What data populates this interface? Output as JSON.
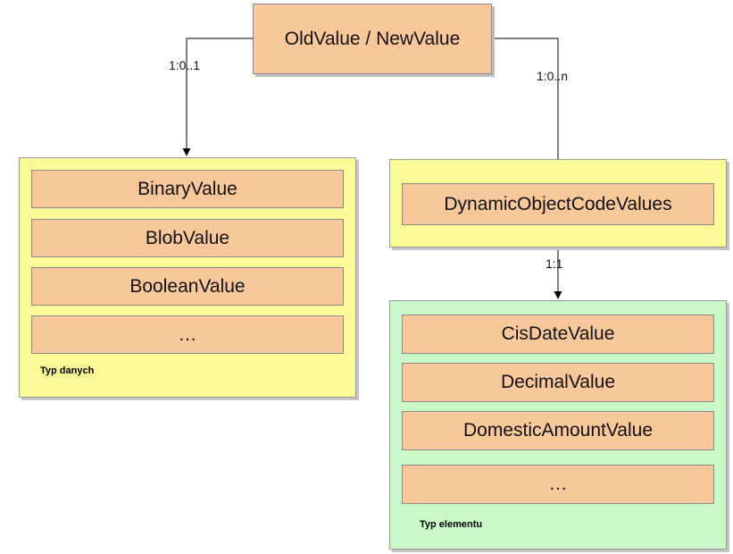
{
  "top_node": {
    "label": "OldValue / NewValue"
  },
  "edges": {
    "left_label": "1:0..1",
    "right_label": "1:0..n",
    "mid_label": "1:1"
  },
  "data_type_group": {
    "caption": "Typ danych",
    "items": [
      "BinaryValue",
      "BlobValue",
      "BooleanValue",
      "…"
    ]
  },
  "dynamic_group": {
    "items": [
      "DynamicObjectCodeValues"
    ]
  },
  "element_type_group": {
    "caption": "Typ elementu",
    "items": [
      "CisDateValue",
      "DecimalValue",
      "DomesticAmountValue",
      "…"
    ]
  },
  "colors": {
    "node_fill": "#f8c79a",
    "yellow_group": "#fafa96",
    "green_group": "#cbf8c9",
    "line": "#000000"
  }
}
